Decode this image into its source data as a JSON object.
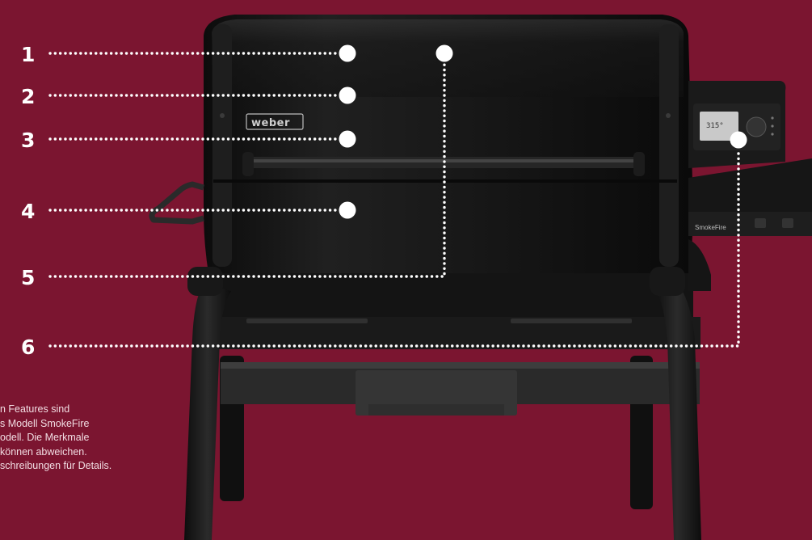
{
  "callouts": [
    {
      "number": "1"
    },
    {
      "number": "2"
    },
    {
      "number": "3"
    },
    {
      "number": "4"
    },
    {
      "number": "5"
    },
    {
      "number": "6"
    }
  ],
  "grill": {
    "logo": "weber",
    "display_readout": "315°",
    "side_badge": "SmokeFire"
  },
  "disclaimer_lines": [
    "n Features sind",
    "s Modell SmokeFire",
    "odell. Die Merkmale",
    "können abweichen.",
    "schreibungen für Details."
  ],
  "colors": {
    "background": "#7b1530",
    "marker": "#ffffff",
    "grill_body": "#131313"
  }
}
